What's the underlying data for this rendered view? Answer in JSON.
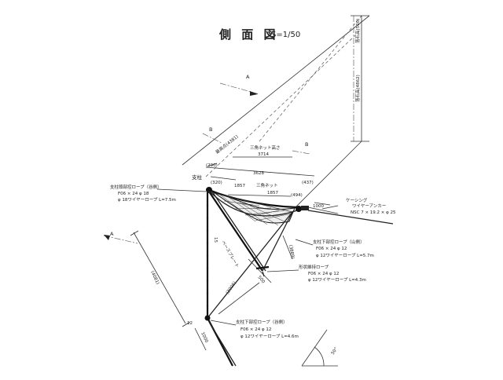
{
  "title": "側 面 図",
  "scale": "S=1/50",
  "labels": {
    "design_height_top": "落石高(500)",
    "design_height_main": "落石高(4862)",
    "slope_width": "最高点(4381)",
    "section_a_top": "A",
    "section_a_bottom": "A",
    "section_b_left": "B",
    "section_b_right": "B",
    "triangle_net_height": "三角ネット高さ",
    "triangle_net_height_value": "3714",
    "dim_290": "(290)",
    "dim_320": "(320)",
    "dim_3628": "3628",
    "dim_437": "(437)",
    "dim_1857_top": "1857",
    "triangle_net": "三角ネット",
    "dim_1857": "1857",
    "dim_494": "(494)",
    "dim_1000_right": "1000",
    "post": "支柱",
    "post_top_rope_title": "支柱頭部控ロープ（谷側）",
    "post_top_rope_spec1": "F06 × 24  φ 18",
    "post_top_rope_spec2": "φ 18ワイヤーロープ  L=7.5m",
    "casing": "ケーシング",
    "wire_anchor": "ワイヤーアンカー",
    "wire_anchor_spec": "NSC 7 × 19.2 × φ 25",
    "base_plate": "ベースプレート",
    "dim_15": "15",
    "dim_3889": "(3889)",
    "dim_500": "500",
    "lower_rope_mountain_title": "支柱下部控ロープ（山側）",
    "lower_rope_mountain_spec1": "F06 × 24  φ 12",
    "lower_rope_mountain_spec2": "φ 12ワイヤーロープ  L=5.7m",
    "diagonal_rope_title": "形状維持ロープ",
    "diagonal_rope_spec1": "F06 × 24  φ 12",
    "diagonal_rope_spec2": "φ 12ワイヤーロープ  L=4.3m",
    "dim_4081": "(4081)",
    "dim_3006": "(3006)",
    "dim_12": "12",
    "dim_1000_bottom": "1000",
    "lower_rope_valley_title": "支柱下部控ロープ（谷側）",
    "lower_rope_valley_spec1": "F06 × 24  φ 12",
    "lower_rope_valley_spec2": "φ 12ワイヤーロープ  L=4.6m",
    "slope_angle": "50°"
  }
}
